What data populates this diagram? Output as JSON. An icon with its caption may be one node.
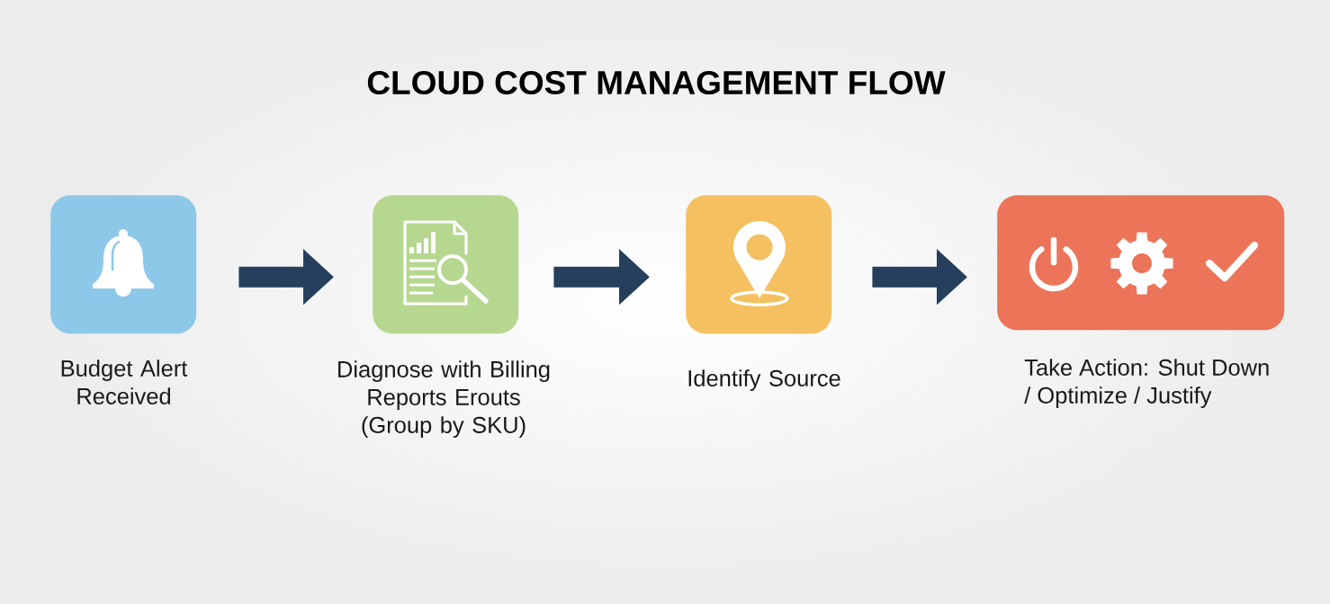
{
  "diagram": {
    "title": "CLOUD COST MANAGEMENT FLOW",
    "nodes": [
      {
        "text": [
          "Budget Alert Received"
        ]
      },
      {
        "text": [
          "Diagnose with Billing Reports Erouts (Group by SKU)"
        ]
      },
      {
        "text": [
          "Identify Source"
        ]
      },
      {
        "text": [
          "Take Action: Shut Down / Optimize / Justify"
        ]
      }
    ],
    "edges": [
      {
        "from": 0,
        "to": 1,
        "arrow": "to"
      },
      {
        "from": 1,
        "to": 2,
        "arrow": "to"
      },
      {
        "from": 2,
        "to": 3,
        "arrow": "to"
      }
    ]
  }
}
